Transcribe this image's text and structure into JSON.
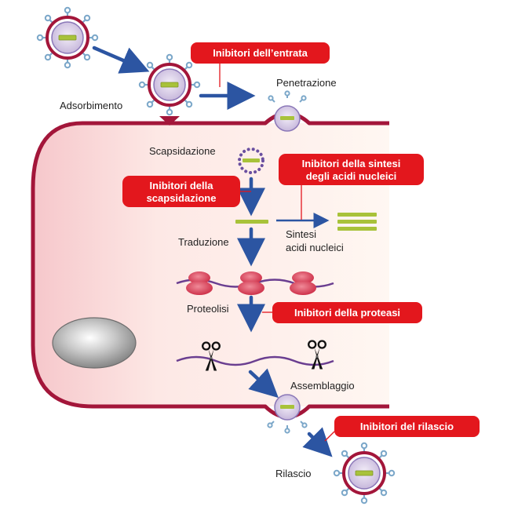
{
  "labels": {
    "adsorbimento": "Adsorbimento",
    "penetrazione": "Penetrazione",
    "scapsidazione": "Scapsidazione",
    "traduzione": "Traduzione",
    "sintesi_1": "Sintesi",
    "sintesi_2": "acidi nucleici",
    "proteolisi": "Proteolisi",
    "assemblaggio": "Assemblaggio",
    "rilascio": "Rilascio"
  },
  "inhibitors": {
    "entrata": "Inibitori dell’entrata",
    "sintesi_1": "Inibitori della sintesi",
    "sintesi_2": "degli acidi nucleici",
    "scapsidazione_1": "Inibitori della",
    "scapsidazione_2": "scapsidazione",
    "proteasi": "Inibitori della proteasi",
    "rilascio": "Inibitori del rilascio"
  },
  "colors": {
    "membrane": "#a3163a",
    "cytoplasm": "#fbe3e1",
    "inhibitor_pill": "#e3171d",
    "arrow": "#2c55a2",
    "capsid": "#c8b9dc",
    "spike": "#7ba7c9",
    "nucleic_acid": "#a8c23a",
    "ribosome": "#d9384e",
    "mrna": "#6a3e90",
    "nucleus": "#a9a9a9"
  },
  "icons": [
    "virus-icon",
    "scissors-icon",
    "ribosome-icon",
    "nucleus-icon",
    "nucleic-acid-icon"
  ]
}
